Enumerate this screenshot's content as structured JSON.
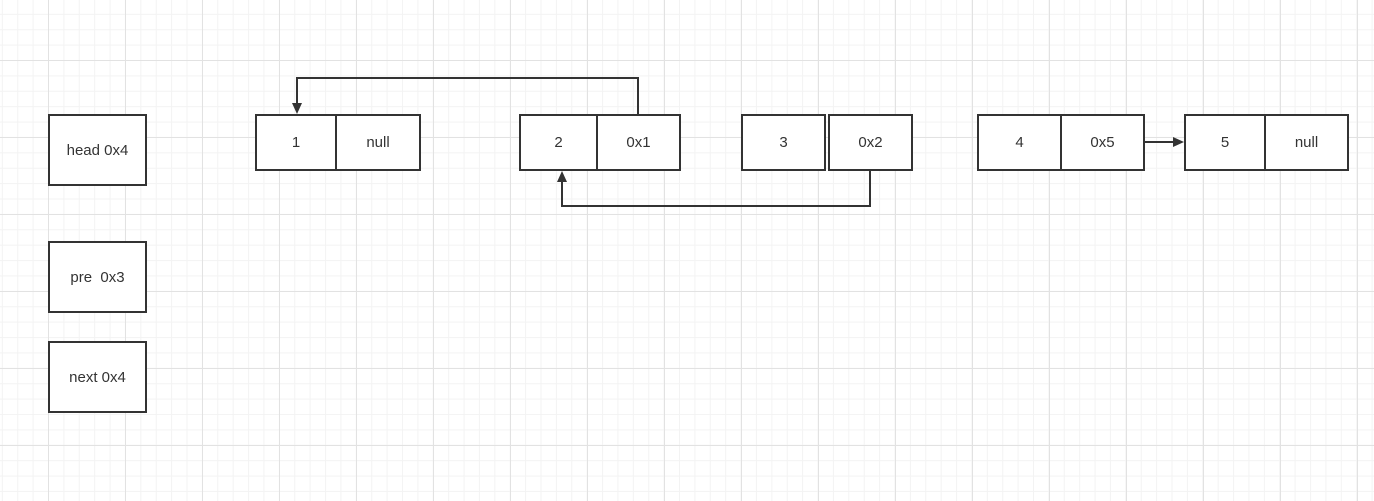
{
  "pointers": {
    "head": "head 0x4",
    "pre": "pre  0x3",
    "next": "next 0x4"
  },
  "nodes": [
    {
      "value": "1",
      "next": "null"
    },
    {
      "value": "2",
      "next": "0x1"
    },
    {
      "value": "3",
      "next": "0x2"
    },
    {
      "value": "4",
      "next": "0x5"
    },
    {
      "value": "5",
      "next": "null"
    }
  ]
}
